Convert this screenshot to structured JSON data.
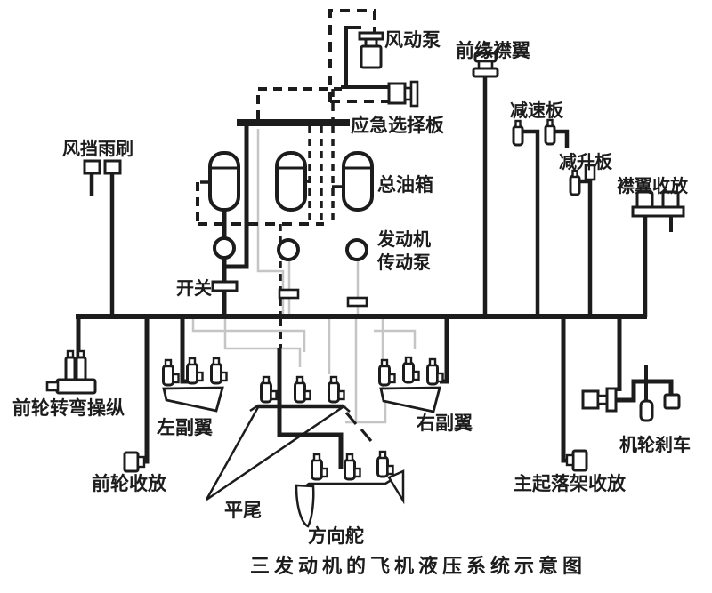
{
  "diagram": {
    "caption": "三发动机的飞机液压系统示意图",
    "labels": {
      "wind_pump": "风动泵",
      "leading_edge_flap": "前缘襟翼",
      "emergency_selector_panel": "应急选择板",
      "main_oil_tank": "总油箱",
      "speed_brake": "减速板",
      "lift_dump_panel": "减升板",
      "flap_retraction": "襟翼收放",
      "windshield_wiper": "风挡雨刷",
      "engine_driven_pump_line1": "发动机",
      "engine_driven_pump_line2": "传动泵",
      "switch": "开关",
      "nose_wheel_steering": "前轮转弯操纵",
      "left_aileron": "左副翼",
      "right_aileron": "右副翼",
      "wheel_brake": "机轮刹车",
      "nose_gear_retraction": "前轮收放",
      "main_gear_retraction": "主起落架收放",
      "horizontal_tail": "平尾",
      "rudder": "方向舵"
    },
    "colors": {
      "line": "#1c1c1c",
      "faint_line": "#c5c5c5",
      "background": "#ffffff"
    }
  }
}
